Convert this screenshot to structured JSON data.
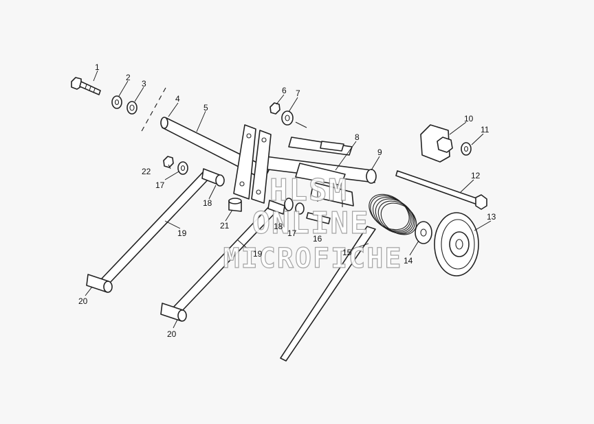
{
  "diagram": {
    "callouts": [
      {
        "id": "c1",
        "text": "1"
      },
      {
        "id": "c2",
        "text": "2"
      },
      {
        "id": "c3",
        "text": "3"
      },
      {
        "id": "c4",
        "text": "4"
      },
      {
        "id": "c5",
        "text": "5"
      },
      {
        "id": "c6",
        "text": "6"
      },
      {
        "id": "c7",
        "text": "7"
      },
      {
        "id": "c8",
        "text": "8"
      },
      {
        "id": "c9",
        "text": "9"
      },
      {
        "id": "c10",
        "text": "10"
      },
      {
        "id": "c11",
        "text": "11"
      },
      {
        "id": "c12",
        "text": "12"
      },
      {
        "id": "c13",
        "text": "13"
      },
      {
        "id": "c14",
        "text": "14"
      },
      {
        "id": "c15",
        "text": "15"
      },
      {
        "id": "c16",
        "text": "16"
      },
      {
        "id": "c17a",
        "text": "17"
      },
      {
        "id": "c17b",
        "text": "17"
      },
      {
        "id": "c18a",
        "text": "18"
      },
      {
        "id": "c18b",
        "text": "18"
      },
      {
        "id": "c19a",
        "text": "19"
      },
      {
        "id": "c19b",
        "text": "19"
      },
      {
        "id": "c20a",
        "text": "20"
      },
      {
        "id": "c20b",
        "text": "20"
      },
      {
        "id": "c21",
        "text": "21"
      },
      {
        "id": "c22",
        "text": "22"
      }
    ]
  },
  "watermark": {
    "line1": "HLSM",
    "line2": "ONLINE",
    "line3": "MICROFICHE"
  }
}
